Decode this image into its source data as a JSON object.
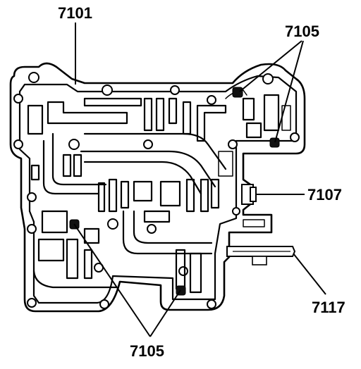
{
  "callouts": {
    "valve_body": "7101",
    "check_balls_top": "7105",
    "accumulator": "7107",
    "manual_valve": "7117",
    "check_balls_bottom": "7105"
  }
}
